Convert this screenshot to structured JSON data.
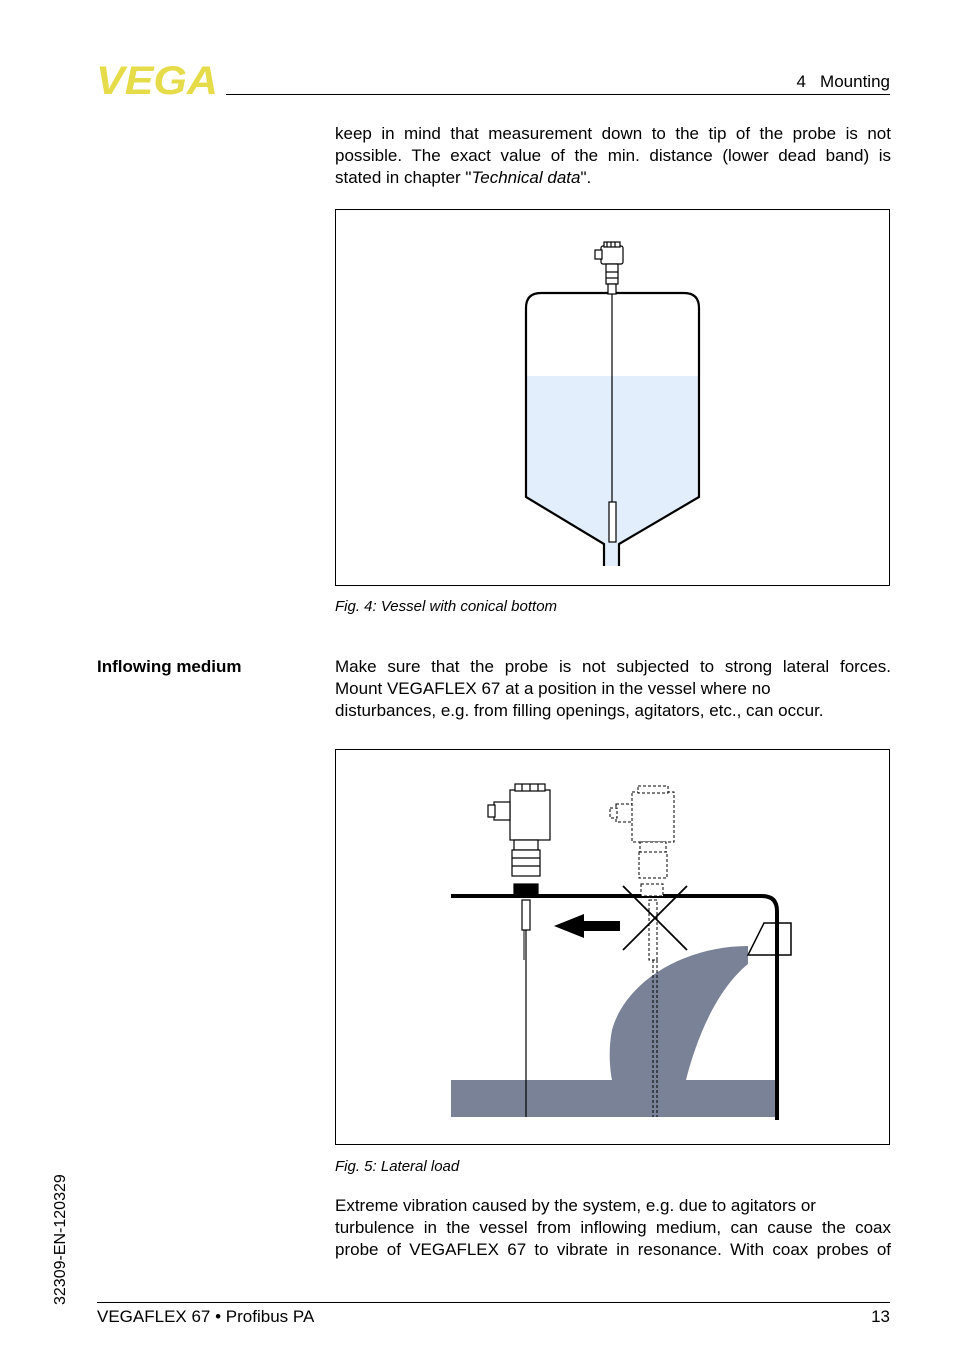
{
  "header": {
    "logo_text": "VEGA",
    "chapter": "4   Mounting"
  },
  "intro": {
    "line1": "keep in mind that measurement down to the tip of the probe is not",
    "line2": "possible. The exact value of the min. distance (lower dead band) is",
    "line3_pre": "stated in chapter \"",
    "line3_em": "Technical data",
    "line3_post": "\"."
  },
  "figure4": {
    "caption": "Fig. 4: Vessel with conical bottom"
  },
  "section": {
    "heading": "Inflowing medium",
    "line1": "Make sure that the probe is not subjected to strong lateral forces.",
    "line2": "Mount VEGAFLEX 67 at a position in the vessel where no",
    "line3": "disturbances, e.g. from filling openings, agitators, etc., can occur."
  },
  "figure5": {
    "caption": "Fig. 5: Lateral load"
  },
  "closing": {
    "line1": "Extreme vibration caused by the system, e.g. due to agitators or",
    "line2": "turbulence in the vessel from inflowing medium, can cause the coax",
    "line3": "probe of VEGAFLEX 67 to vibrate in resonance. With coax probes of"
  },
  "footer": {
    "product": "VEGAFLEX 67 • Profibus PA",
    "page_number": "13",
    "doc_id": "32309-EN-120329"
  },
  "colors": {
    "logo_yellow": "#e6dc4a",
    "liquid": "#e3eefc",
    "medium": "#7a8297"
  }
}
